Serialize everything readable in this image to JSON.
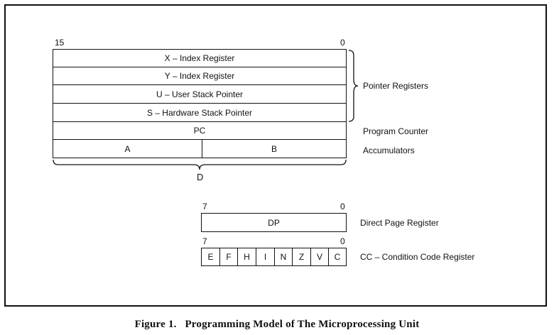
{
  "main_registers": {
    "msb_label": "15",
    "lsb_label": "0",
    "rows": [
      {
        "text": "X – Index Register"
      },
      {
        "text": "Y – Index Register"
      },
      {
        "text": "U – User Stack Pointer"
      },
      {
        "text": "S – Hardware Stack Pointer"
      },
      {
        "text": "PC"
      }
    ],
    "acc_a": "A",
    "acc_b": "B",
    "combined_label": "D"
  },
  "side_labels": {
    "pointer": "Pointer Registers",
    "pc": "Program Counter",
    "acc": "Accumulators"
  },
  "dp_register": {
    "msb_label": "7",
    "lsb_label": "0",
    "text": "DP",
    "label": "Direct Page Register"
  },
  "cc_register": {
    "msb_label": "7",
    "lsb_label": "0",
    "bits": [
      "E",
      "F",
      "H",
      "I",
      "N",
      "Z",
      "V",
      "C"
    ],
    "label": "CC – Condition Code Register"
  },
  "caption": "Figure 1.   Programming Model of The Microprocessing Unit"
}
